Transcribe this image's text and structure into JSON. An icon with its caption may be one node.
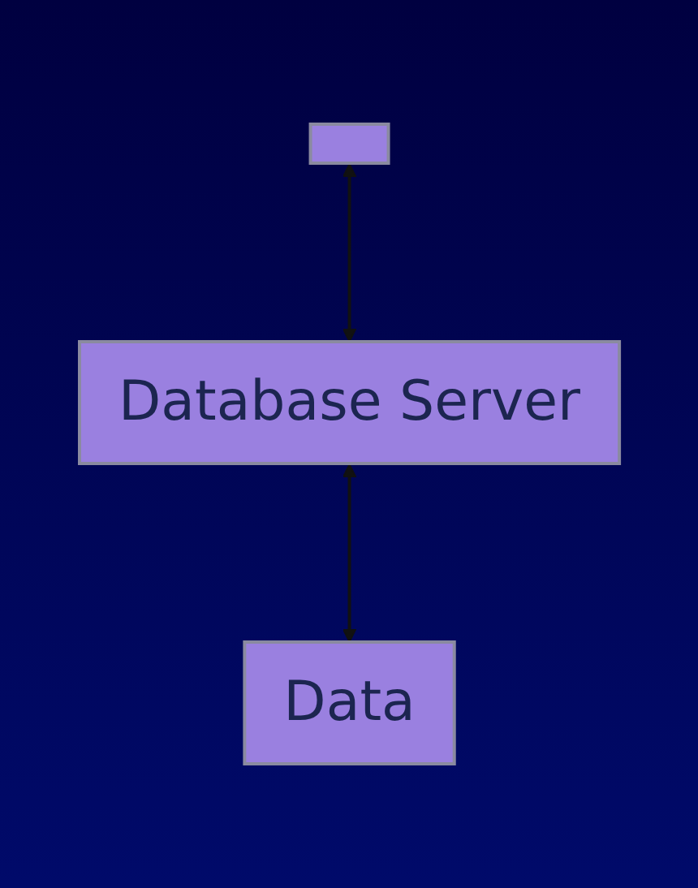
{
  "diagram": {
    "nodes": [
      {
        "text": [],
        "shape": "box"
      },
      {
        "text": [
          "Database Server"
        ]
      },
      {
        "text": [
          "Data"
        ]
      }
    ],
    "edges": [
      {
        "from": 0,
        "to": 1,
        "arrow": "both"
      },
      {
        "from": 1,
        "to": 2,
        "arrow": "both"
      }
    ]
  }
}
